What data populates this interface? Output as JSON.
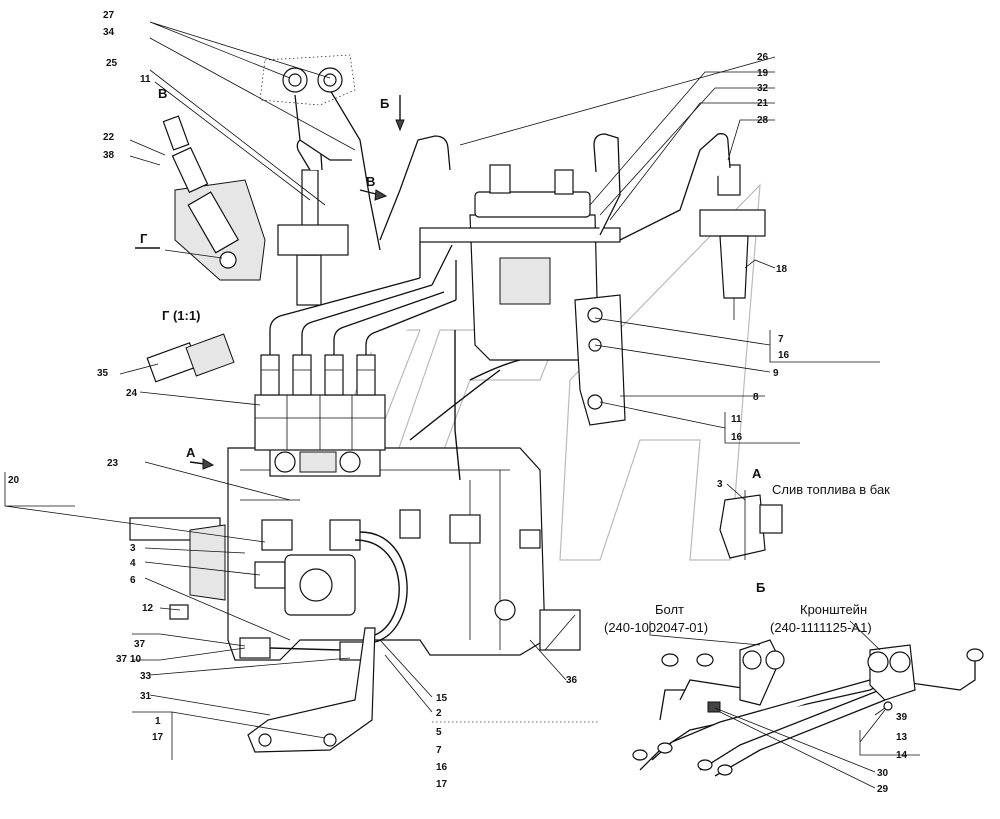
{
  "view_labels": {
    "V": "В",
    "B": "Б",
    "G": "Г",
    "G_scale": "Г (1:1)",
    "A": "А",
    "arrow_V": "В",
    "arrow_A": "А"
  },
  "captions": {
    "drain": "Слив топлива в бак",
    "bolt": "Болт",
    "bolt_code": "(240-1002047-01)",
    "bracket": "Кронштейн",
    "bracket_code": "(240-1111125-А1)"
  },
  "callouts": {
    "c27": "27",
    "c34": "34",
    "c25": "25",
    "c11": "11",
    "c22": "22",
    "c38": "38",
    "c35": "35",
    "c24": "24",
    "c23": "23",
    "c20": "20",
    "c3": "3",
    "c4": "4",
    "c6": "6",
    "c12": "12",
    "c37": "37",
    "c37_10": "37 10",
    "c33": "33",
    "c31": "31",
    "c1": "1",
    "c17": "17",
    "c15": "15",
    "c2": "2",
    "b5": "5",
    "b7": "7",
    "b16": "16",
    "b17": "17",
    "c36": "36",
    "c26": "26",
    "c19": "19",
    "c32": "32",
    "c21": "21",
    "c28": "28",
    "c18": "18",
    "r7": "7",
    "r16": "16",
    "r9": "9",
    "r8": "8",
    "r11": "11",
    "r16b": "16",
    "a3": "3",
    "c39": "39",
    "c13": "13",
    "c14": "14",
    "c30": "30",
    "c29": "29"
  }
}
